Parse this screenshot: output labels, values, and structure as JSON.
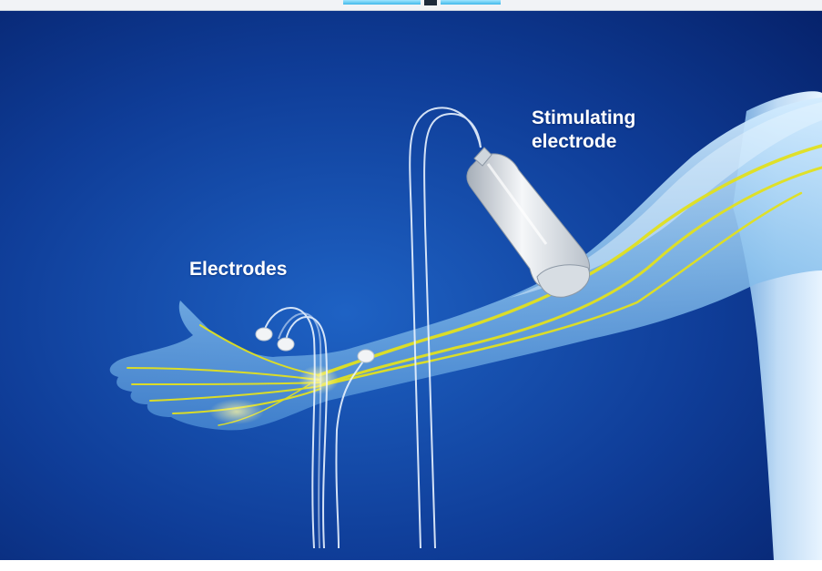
{
  "labels": {
    "stimulating_line1": "Stimulating",
    "stimulating_line2": "electrode",
    "electrodes": "Electrodes"
  },
  "colors": {
    "background_deep": "#06226b",
    "background_light": "#1e62c4",
    "arm": "#a9d4f2",
    "nerve": "#e2e11f",
    "electrode": "#f2f4f6"
  }
}
